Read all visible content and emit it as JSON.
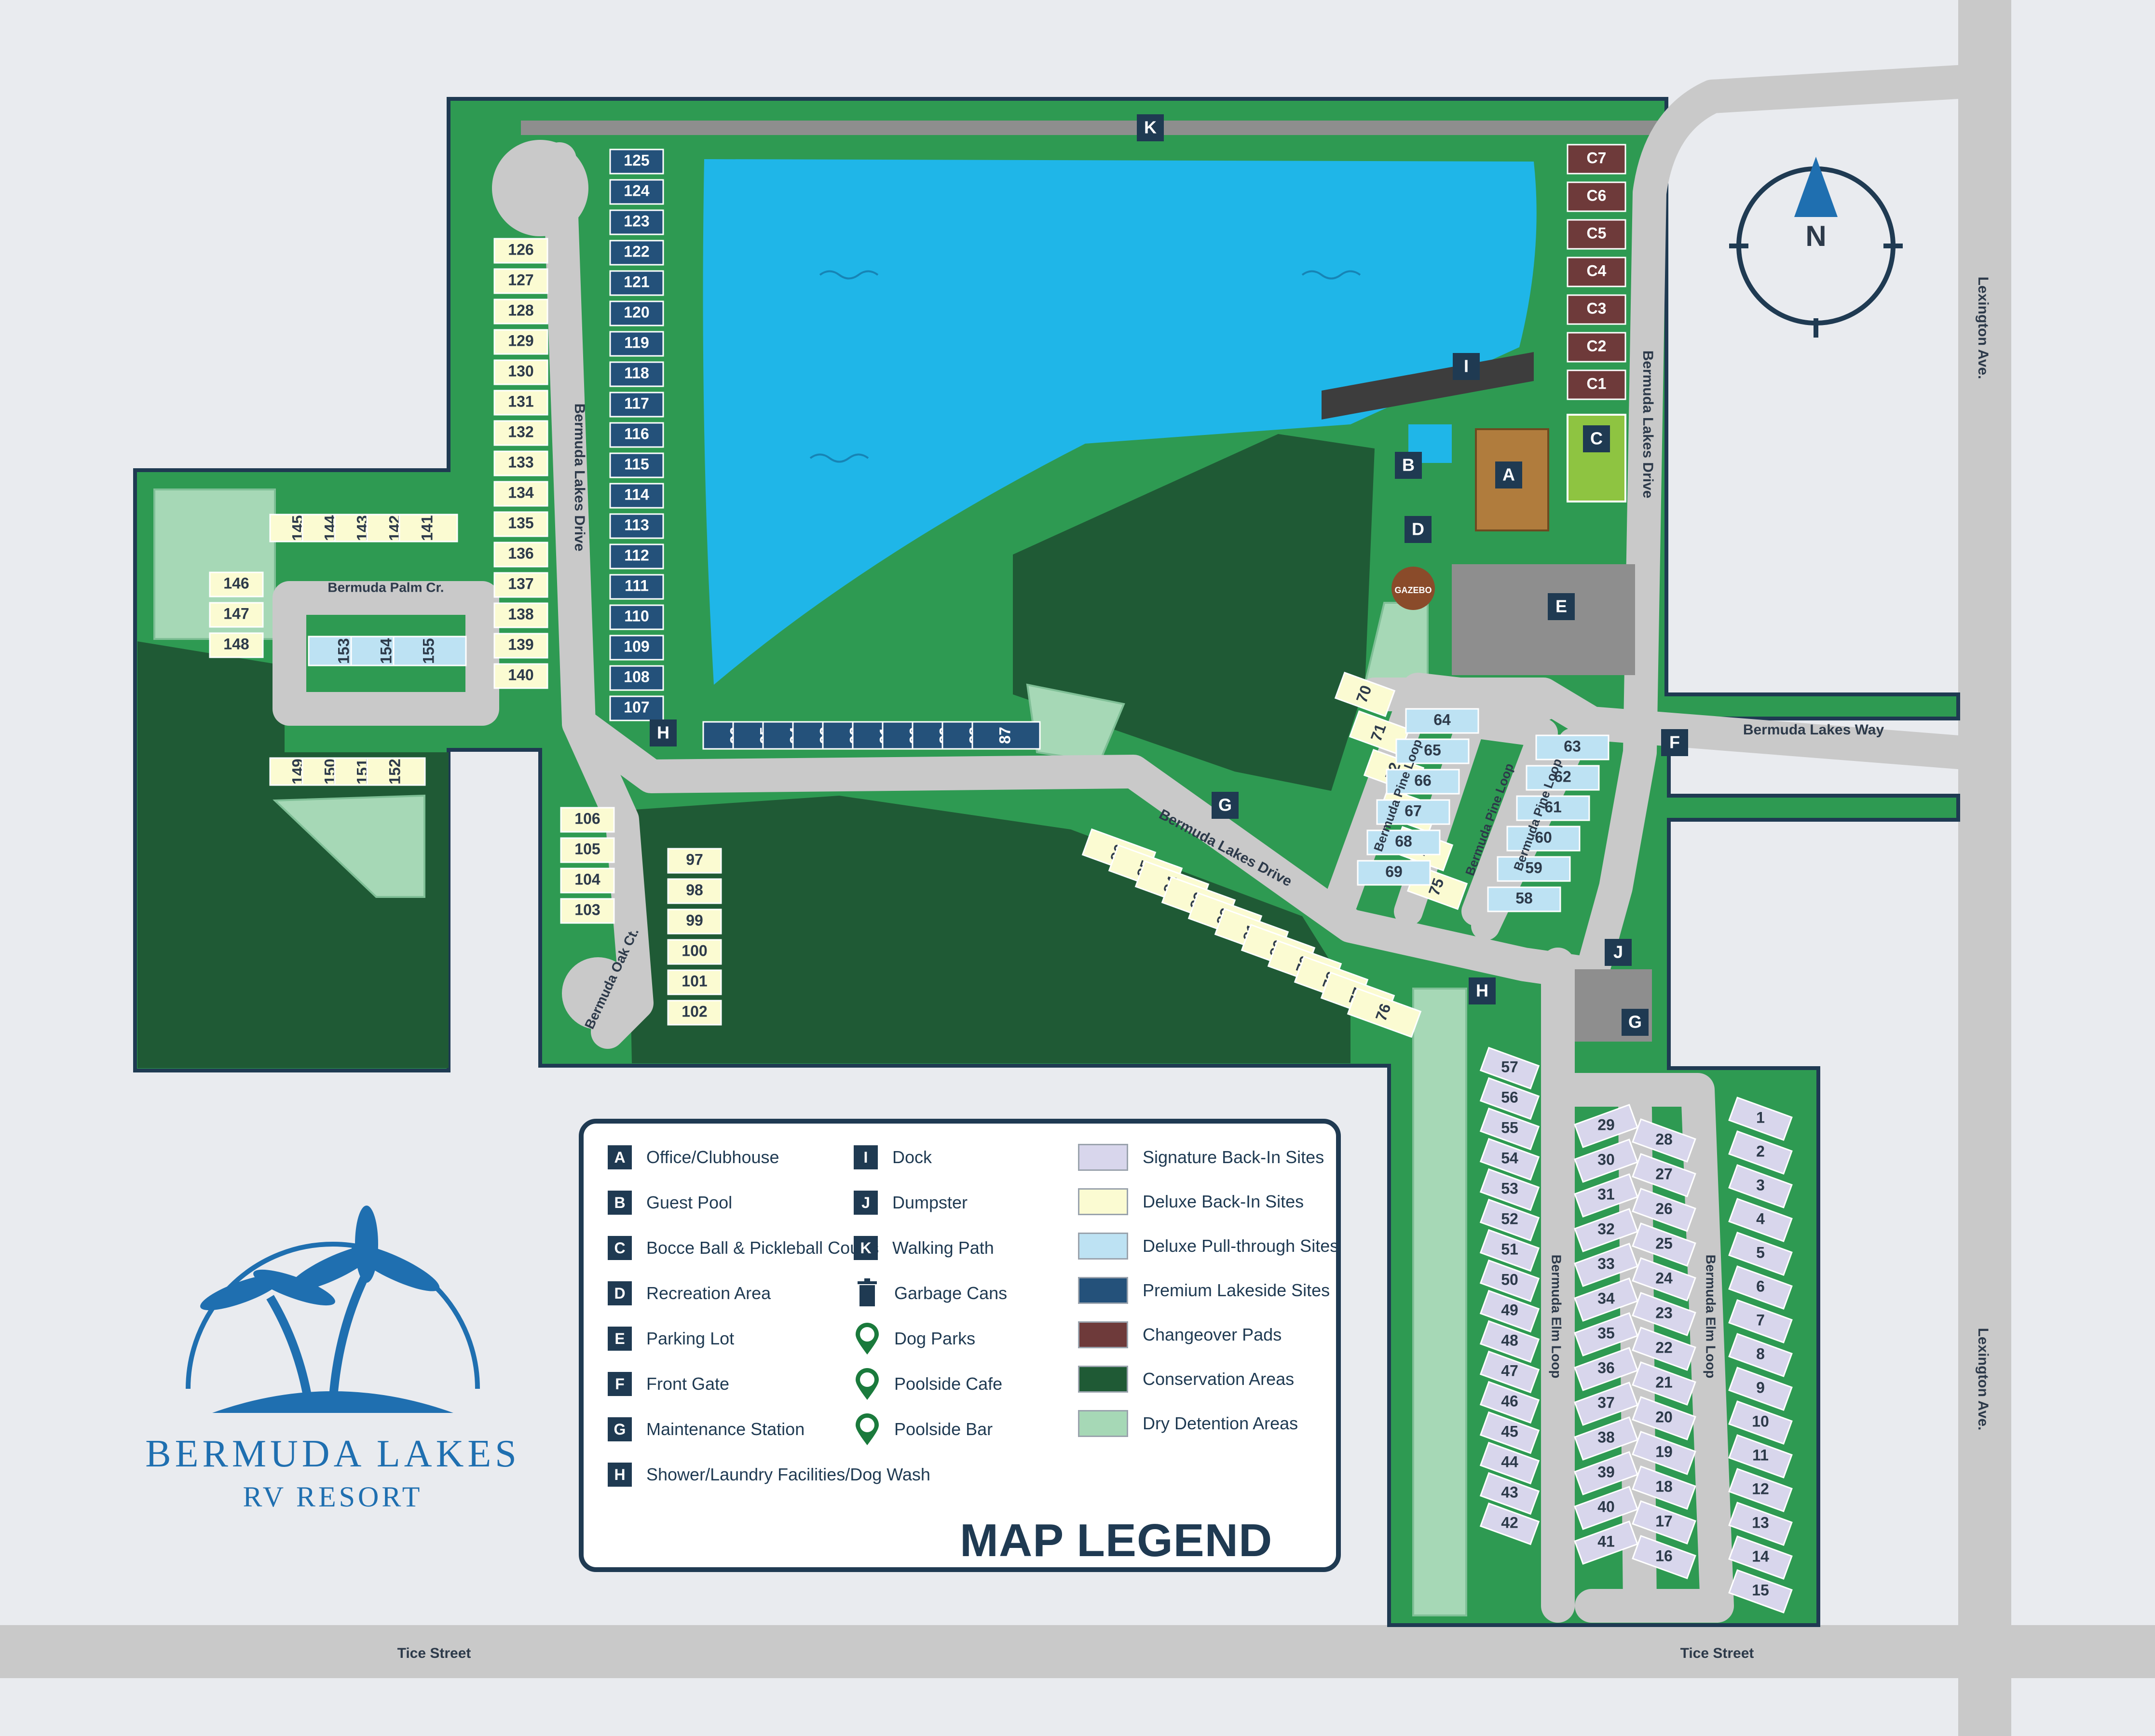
{
  "map_title": "MAP LEGEND",
  "brand": {
    "name": "BERMUDA LAKES",
    "subtitle": "RV RESORT"
  },
  "streets": {
    "lexington_top": "Lexington Ave.",
    "lexington_bottom": "Lexington Ave.",
    "tice_left": "Tice Street",
    "tice_right": "Tice Street",
    "bermuda_lakes_drive_north": "Bermuda Lakes Drive",
    "bermuda_lakes_drive_west": "Bermuda Lakes Drive",
    "bermuda_lakes_drive_center": "Bermuda Lakes Drive",
    "bermuda_lakes_way": "Bermuda Lakes Way",
    "bermuda_palm": "Bermuda Palm Cr.",
    "bermuda_oak": "Bermuda Oak Ct.",
    "bermuda_pine_1": "Bermuda Pine Loop",
    "bermuda_pine_2": "Bermuda Pine Loop",
    "bermuda_pine_3": "Bermuda Pine Loop",
    "bermuda_elm_1": "Bermuda Elm Loop",
    "bermuda_elm_2": "Bermuda Elm Loop"
  },
  "compass": {
    "label": "N"
  },
  "gazebo": "GAZEBO",
  "facility_markers": [
    "A",
    "B",
    "C",
    "D",
    "E",
    "F",
    "G",
    "G",
    "H",
    "H",
    "I",
    "J",
    "K"
  ],
  "site_numbers": {
    "premium_lakeside_north": [
      "125",
      "124",
      "123",
      "122",
      "121",
      "120",
      "119",
      "118",
      "117",
      "116",
      "115",
      "114",
      "113",
      "112",
      "111",
      "110",
      "109",
      "108",
      "107"
    ],
    "deluxe_backin_west": [
      "126",
      "127",
      "128",
      "129",
      "130",
      "131",
      "132",
      "133",
      "134",
      "135",
      "136",
      "137",
      "138",
      "139",
      "140"
    ],
    "palm_top": [
      "145",
      "144",
      "143",
      "142",
      "141"
    ],
    "palm_left": [
      "146",
      "147",
      "148"
    ],
    "palm_pull": [
      "153",
      "154",
      "155"
    ],
    "palm_bottom": [
      "149",
      "150",
      "151",
      "152"
    ],
    "premium_lakeside_south": [
      "96",
      "95",
      "94",
      "93",
      "92",
      "91",
      "90",
      "89",
      "88",
      "87"
    ],
    "oak_left": [
      "106",
      "105",
      "104",
      "103"
    ],
    "oak_right": [
      "97",
      "98",
      "99",
      "100",
      "101",
      "102"
    ],
    "drive_south": [
      "86",
      "85",
      "84",
      "83",
      "82",
      "81",
      "80",
      "79",
      "78",
      "77",
      "76"
    ],
    "pine_diag": [
      "70",
      "71",
      "72",
      "73",
      "74",
      "75"
    ],
    "pine_col1": [
      "64",
      "65",
      "66",
      "67",
      "68",
      "69"
    ],
    "pine_col2": [
      "63",
      "62",
      "61",
      "60",
      "59",
      "58"
    ],
    "changeover": [
      "C7",
      "C6",
      "C5",
      "C4",
      "C3",
      "C2",
      "C1"
    ],
    "elm_west": [
      "57",
      "56",
      "55",
      "54",
      "53",
      "52",
      "51",
      "50",
      "49",
      "48",
      "47",
      "46",
      "45",
      "44",
      "43",
      "42"
    ],
    "elm_mid_left": [
      "29",
      "30",
      "31",
      "32",
      "33",
      "34",
      "35",
      "36",
      "37",
      "38",
      "39",
      "40",
      "41"
    ],
    "elm_mid_right": [
      "28",
      "27",
      "26",
      "25",
      "24",
      "23",
      "22",
      "21",
      "20",
      "19",
      "18",
      "17",
      "16"
    ],
    "elm_east": [
      "1",
      "2",
      "3",
      "4",
      "5",
      "6",
      "7",
      "8",
      "9",
      "10",
      "11",
      "12",
      "13",
      "14",
      "15"
    ]
  },
  "legend": {
    "facilities": [
      {
        "key": "A",
        "label": "Office/Clubhouse"
      },
      {
        "key": "B",
        "label": "Guest Pool"
      },
      {
        "key": "C",
        "label": "Bocce Ball & Pickleball Courts"
      },
      {
        "key": "D",
        "label": "Recreation Area"
      },
      {
        "key": "E",
        "label": "Parking Lot"
      },
      {
        "key": "F",
        "label": "Front Gate"
      },
      {
        "key": "G",
        "label": "Maintenance Station"
      },
      {
        "key": "H",
        "label": "Shower/Laundry Facilities/Dog Wash"
      }
    ],
    "amenities": [
      {
        "key": "I",
        "label": "Dock",
        "icon": "square"
      },
      {
        "key": "J",
        "label": "Dumpster",
        "icon": "square"
      },
      {
        "key": "K",
        "label": "Walking Path",
        "icon": "square"
      },
      {
        "key": "",
        "label": "Garbage Cans",
        "icon": "trash-icon"
      },
      {
        "key": "",
        "label": "Dog Parks",
        "icon": "dog-park-pin-icon"
      },
      {
        "key": "",
        "label": "Poolside Cafe",
        "icon": "cafe-pin-icon"
      },
      {
        "key": "",
        "label": "Poolside Bar",
        "icon": "bar-pin-icon"
      }
    ],
    "site_types": [
      {
        "label": "Signature Back-In Sites",
        "color": "#d8d6ec"
      },
      {
        "label": "Deluxe Back-In Sites",
        "color": "#fbfbd2"
      },
      {
        "label": "Deluxe Pull-through Sites",
        "color": "#bde2f3"
      },
      {
        "label": "Premium Lakeside Sites",
        "color": "#24517a"
      },
      {
        "label": "Changeover Pads",
        "color": "#6e3a3a"
      },
      {
        "label": "Conservation Areas",
        "color": "#1f5a35"
      },
      {
        "label": "Dry Detention Areas",
        "color": "#a6d8b6"
      }
    ]
  },
  "colors": {
    "grass": "#2e9a52",
    "conservation": "#1f5a35",
    "dry": "#a6d8b6",
    "road": "#c9c9c9",
    "lake": "#1fb6e8",
    "border": "#1f3a52",
    "signature": "#d8d6ec",
    "deluxe": "#fbfbd2",
    "pull": "#bde2f3",
    "premium": "#24517a",
    "changeover": "#6e3a3a",
    "background": "#e9ebef"
  }
}
